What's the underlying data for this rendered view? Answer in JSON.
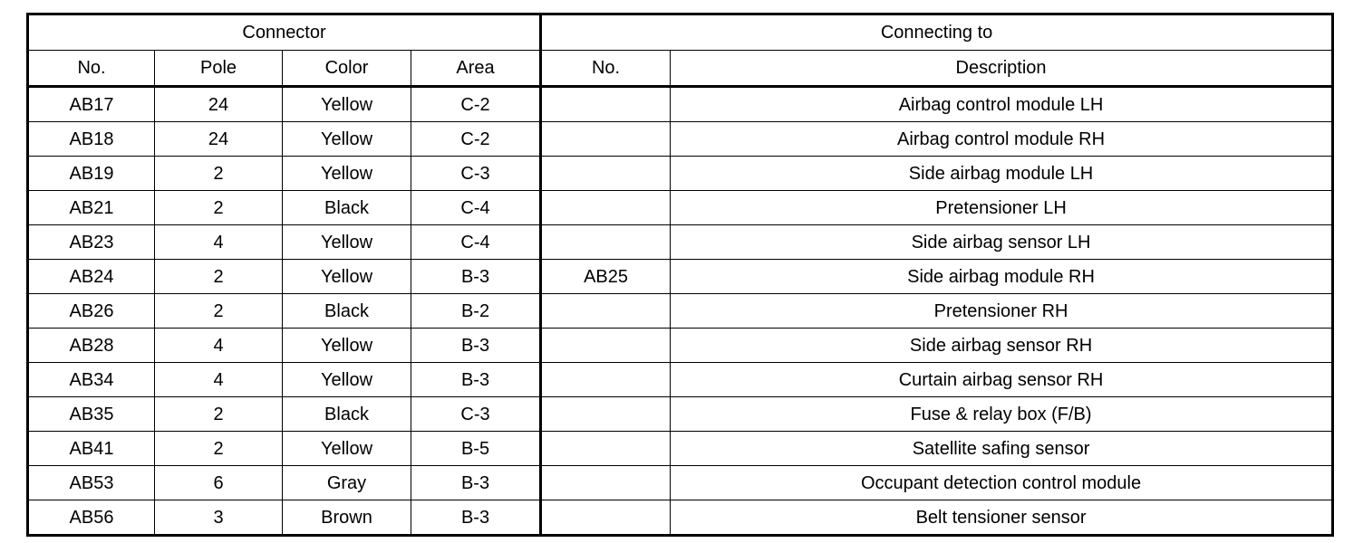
{
  "table": {
    "group_headers": [
      {
        "label": "Connector",
        "span": 4
      },
      {
        "label": "Connecting to",
        "span": 2
      }
    ],
    "column_headers": [
      {
        "key": "no",
        "label": "No."
      },
      {
        "key": "pole",
        "label": "Pole"
      },
      {
        "key": "color",
        "label": "Color"
      },
      {
        "key": "area",
        "label": "Area"
      },
      {
        "key": "to_no",
        "label": "No."
      },
      {
        "key": "description",
        "label": "Description"
      }
    ],
    "rows": [
      {
        "no": "AB17",
        "pole": "24",
        "color": "Yellow",
        "area": "C-2",
        "to_no": "",
        "description": "Airbag control module LH"
      },
      {
        "no": "AB18",
        "pole": "24",
        "color": "Yellow",
        "area": "C-2",
        "to_no": "",
        "description": "Airbag control module RH"
      },
      {
        "no": "AB19",
        "pole": "2",
        "color": "Yellow",
        "area": "C-3",
        "to_no": "",
        "description": "Side airbag module LH"
      },
      {
        "no": "AB21",
        "pole": "2",
        "color": "Black",
        "area": "C-4",
        "to_no": "",
        "description": "Pretensioner LH"
      },
      {
        "no": "AB23",
        "pole": "4",
        "color": "Yellow",
        "area": "C-4",
        "to_no": "",
        "description": "Side airbag sensor LH"
      },
      {
        "no": "AB24",
        "pole": "2",
        "color": "Yellow",
        "area": "B-3",
        "to_no": "AB25",
        "description": "Side airbag module RH"
      },
      {
        "no": "AB26",
        "pole": "2",
        "color": "Black",
        "area": "B-2",
        "to_no": "",
        "description": "Pretensioner RH"
      },
      {
        "no": "AB28",
        "pole": "4",
        "color": "Yellow",
        "area": "B-3",
        "to_no": "",
        "description": "Side airbag sensor RH"
      },
      {
        "no": "AB34",
        "pole": "4",
        "color": "Yellow",
        "area": "B-3",
        "to_no": "",
        "description": "Curtain airbag sensor RH"
      },
      {
        "no": "AB35",
        "pole": "2",
        "color": "Black",
        "area": "C-3",
        "to_no": "",
        "description": "Fuse & relay box (F/B)"
      },
      {
        "no": "AB41",
        "pole": "2",
        "color": "Yellow",
        "area": "B-5",
        "to_no": "",
        "description": "Satellite safing sensor"
      },
      {
        "no": "AB53",
        "pole": "6",
        "color": "Gray",
        "area": "B-3",
        "to_no": "",
        "description": "Occupant detection control module"
      },
      {
        "no": "AB56",
        "pole": "3",
        "color": "Brown",
        "area": "B-3",
        "to_no": "",
        "description": "Belt tensioner sensor"
      }
    ]
  },
  "colors": {
    "rule": "#000000",
    "text": "#000000",
    "background": "#ffffff"
  }
}
